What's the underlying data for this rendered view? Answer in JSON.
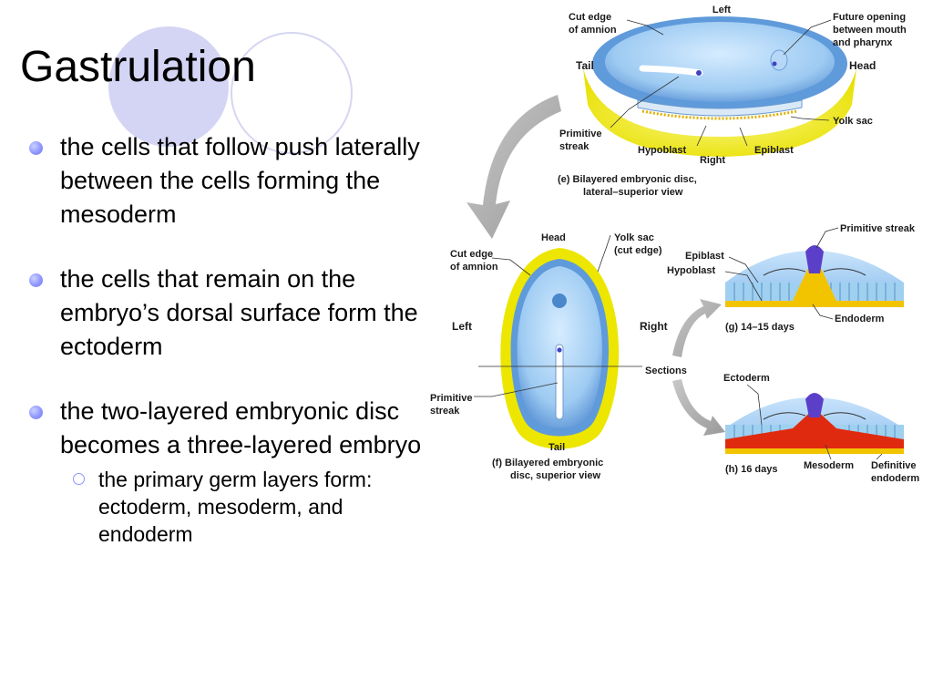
{
  "slide": {
    "title": "Gastrulation",
    "bullets": [
      {
        "text": "the cells that follow push laterally between the cells forming the mesoderm",
        "subitems": []
      },
      {
        "text": "the cells that remain on the embryo’s dorsal surface form the ectoderm",
        "subitems": []
      },
      {
        "text": "the two-layered embryonic disc becomes a three-layered embryo",
        "subitems": [
          {
            "text": "the primary germ layers form:  ectoderm, mesoderm, and endoderm"
          }
        ]
      }
    ]
  },
  "figure": {
    "e": {
      "left": "Left",
      "tail": "Tail",
      "head": "Head",
      "right": "Right",
      "cut_edge_1": "Cut edge",
      "cut_edge_2": "of amnion",
      "future_1": "Future opening",
      "future_2": "between mouth",
      "future_3": "and pharynx",
      "yolk_sac": "Yolk sac",
      "primitive_1": "Primitive",
      "primitive_2": "streak",
      "hypoblast": "Hypoblast",
      "epiblast": "Epiblast",
      "caption_1": "(e) Bilayered embryonic disc,",
      "caption_2": "lateral–superior view"
    },
    "f": {
      "head": "Head",
      "left": "Left",
      "right": "Right",
      "tail": "Tail",
      "cut_edge_1": "Cut edge",
      "cut_edge_2": "of amnion",
      "yolk_1": "Yolk sac",
      "yolk_2": "(cut edge)",
      "sections": "Sections",
      "primitive_1": "Primitive",
      "primitive_2": "streak",
      "caption_1": "(f) Bilayered embryonic",
      "caption_2": "disc, superior view"
    },
    "g": {
      "primitive_streak": "Primitive streak",
      "epiblast": "Epiblast",
      "hypoblast": "Hypoblast",
      "endoderm": "Endoderm",
      "caption": "(g) 14–15 days"
    },
    "h": {
      "ectoderm": "Ectoderm",
      "mesoderm": "Mesoderm",
      "definitive_1": "Definitive",
      "definitive_2": "endoderm",
      "caption": "(h) 16 days"
    },
    "colors": {
      "yolk": "#f2ee12",
      "amnion_blue": "#7fb3e6",
      "mesoderm_red": "#e02a10",
      "arrow_gray": "#a8a8a8"
    }
  }
}
